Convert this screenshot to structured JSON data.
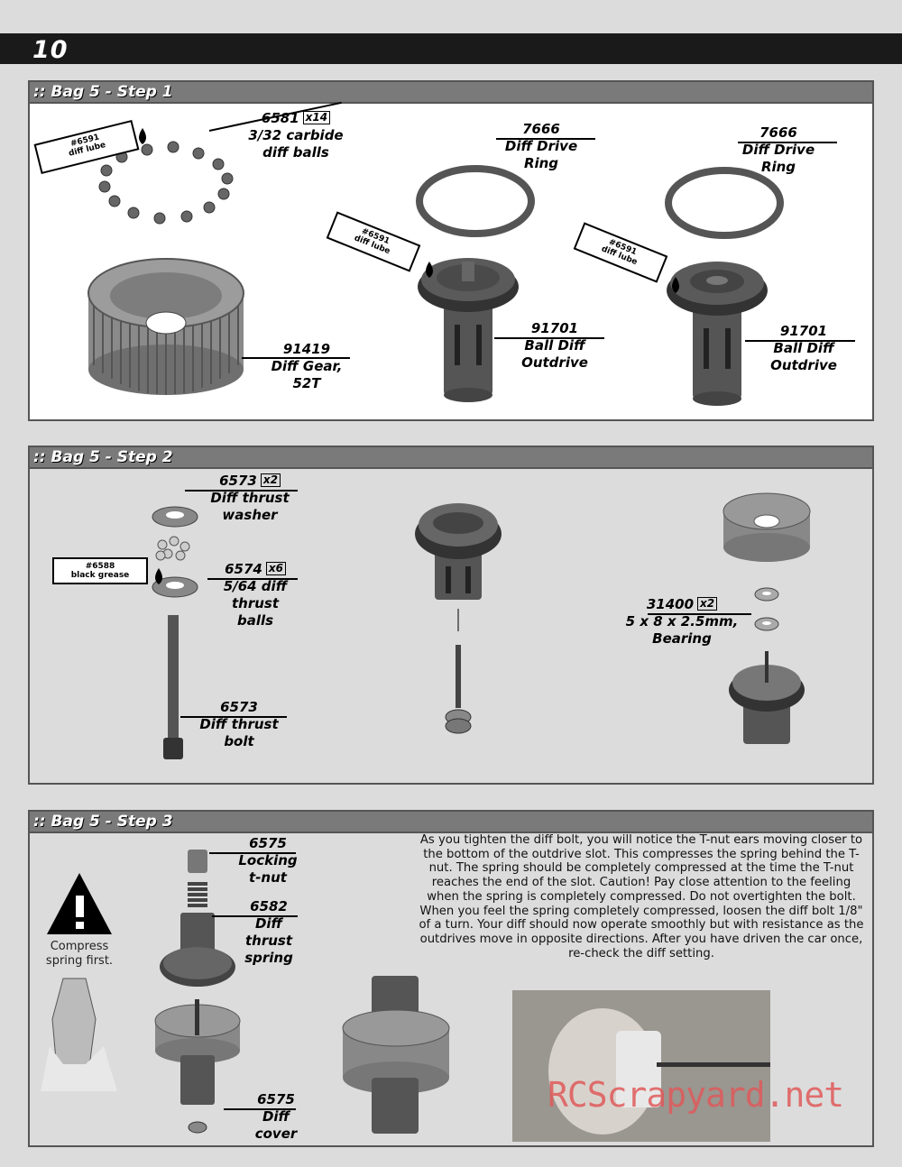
{
  "page": {
    "number": "10",
    "watermark": "RCScrapyard.net"
  },
  "steps": [
    {
      "title": ":: Bag 5 - Step 1"
    },
    {
      "title": ":: Bag 5 - Step 2"
    },
    {
      "title": ":: Bag 5 - Step 3"
    }
  ],
  "step1": {
    "tube1": {
      "part": "#6591",
      "name": "diff lube"
    },
    "tube2": {
      "part": "#6591",
      "name": "diff lube"
    },
    "tube3": {
      "part": "#6591",
      "name": "diff lube"
    },
    "balls": {
      "part": "6581",
      "qty": "x14",
      "line1": "3/32 carbide",
      "line2": "diff balls"
    },
    "gear": {
      "part": "91419",
      "line1": "Diff Gear,",
      "line2": "52T"
    },
    "ring1": {
      "part": "7666",
      "line1": "Diff Drive",
      "line2": "Ring"
    },
    "ring2": {
      "part": "7666",
      "line1": "Diff Drive",
      "line2": "Ring"
    },
    "outdrive1": {
      "part": "91701",
      "line1": "Ball Diff",
      "line2": "Outdrive"
    },
    "outdrive2": {
      "part": "91701",
      "line1": "Ball Diff",
      "line2": "Outdrive"
    }
  },
  "step2": {
    "washer": {
      "part": "6573",
      "qty": "x2",
      "line1": "Diff thrust",
      "line2": "washer"
    },
    "balls": {
      "part": "6574",
      "qty": "x6",
      "line1": "5/64 diff",
      "line2": "thrust",
      "line3": "balls"
    },
    "grease": {
      "part": "#6588",
      "name": "black grease"
    },
    "bolt": {
      "part": "6573",
      "line1": "Diff thrust",
      "line2": "bolt"
    },
    "bearing": {
      "part": "31400",
      "qty": "x2",
      "line1": "5 x 8 x 2.5mm,",
      "line2": "Bearing"
    }
  },
  "step3": {
    "warning": {
      "line1": "Compress",
      "line2": "spring first."
    },
    "tnut": {
      "part": "6575",
      "line1": "Locking",
      "line2": "t-nut"
    },
    "spring": {
      "part": "6582",
      "line1": "Diff",
      "line2": "thrust",
      "line3": "spring"
    },
    "cover": {
      "part": "6575",
      "line1": "Diff",
      "line2": "cover"
    },
    "instructions": "As you tighten the diff bolt, you will notice the T-nut ears moving closer to the bottom of the outdrive slot.  This compresses the spring behind the T-nut.  The spring should be completely compressed at the time the T-nut reaches the end of the slot. Caution!  Pay close attention to the feeling when the spring is completely compressed.  Do not overtighten the bolt.  When you feel the spring completely compressed, loosen the diff bolt 1/8\" of a turn.  Your diff should now operate smoothly but with resistance as the outdrives move in opposite directions. After you have driven the car once, re-check the diff setting."
  }
}
